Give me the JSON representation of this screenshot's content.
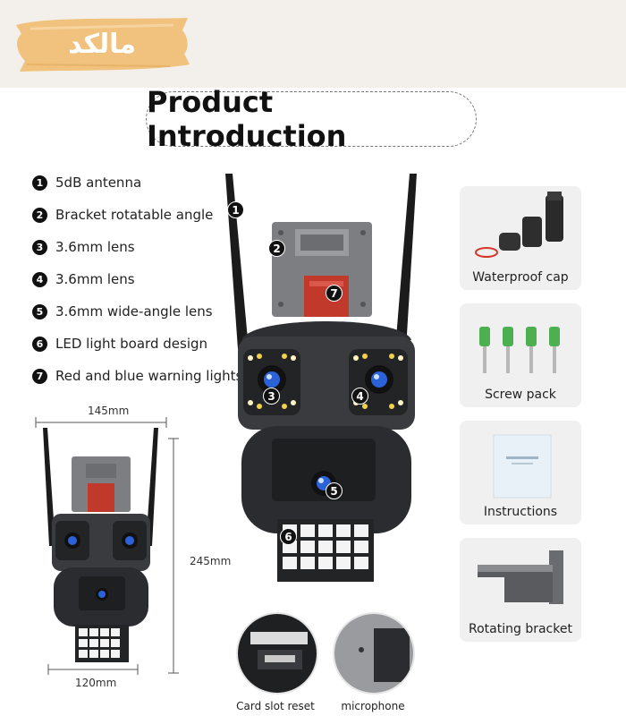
{
  "brand": {
    "text": "مالكد"
  },
  "title": "Product Introduction",
  "features": [
    {
      "num": "1",
      "label": "5dB antenna"
    },
    {
      "num": "2",
      "label": "Bracket rotatable angle"
    },
    {
      "num": "3",
      "label": "3.6mm lens"
    },
    {
      "num": "4",
      "label": "3.6mm lens"
    },
    {
      "num": "5",
      "label": "3.6mm wide-angle lens"
    },
    {
      "num": "6",
      "label": "LED light board design"
    },
    {
      "num": "7",
      "label": "Red and blue warning lights"
    }
  ],
  "dimensions": {
    "width": "145mm",
    "height": "245mm",
    "depth": "120mm"
  },
  "accessories": [
    {
      "label": "Waterproof cap",
      "icon": "waterproof-cap-icon"
    },
    {
      "label": "Screw pack",
      "icon": "screw-icon"
    },
    {
      "label": "Instructions",
      "icon": "manual-icon"
    },
    {
      "label": "Rotating bracket",
      "icon": "bracket-icon"
    }
  ],
  "details": [
    {
      "label": "Card slot reset"
    },
    {
      "label": "microphone"
    }
  ],
  "colors": {
    "brush": "#f1c27d",
    "camera_body": "#3a3b3e",
    "camera_dark": "#232426",
    "warning_red": "#c0392b",
    "antenna": "#1b1b1b"
  }
}
